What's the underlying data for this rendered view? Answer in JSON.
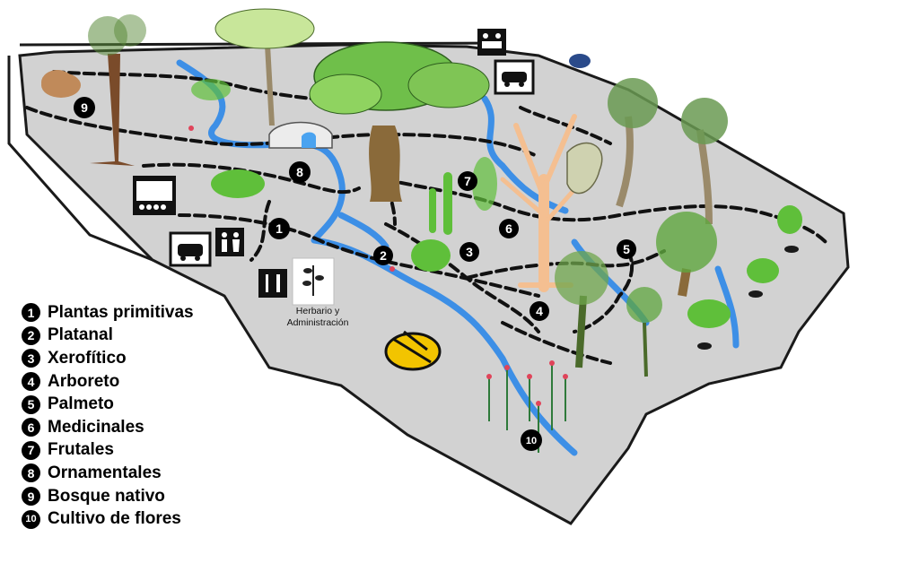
{
  "map": {
    "zones": [
      {
        "number": "1",
        "name": "Plantas primitivas"
      },
      {
        "number": "2",
        "name": "Platanal"
      },
      {
        "number": "3",
        "name": "Xerofítico"
      },
      {
        "number": "4",
        "name": "Arboreto"
      },
      {
        "number": "5",
        "name": "Palmeto"
      },
      {
        "number": "6",
        "name": "Medicinales"
      },
      {
        "number": "7",
        "name": "Frutales"
      },
      {
        "number": "8",
        "name": "Ornamentales"
      },
      {
        "number": "9",
        "name": "Bosque nativo"
      },
      {
        "number": "10",
        "name": "Cultivo de flores"
      }
    ],
    "herbarium_label": "Herbario y Administración",
    "icons": [
      "auditorium-icon",
      "parking-icon",
      "restroom-icon",
      "restaurant-icon",
      "reception-icon",
      "car-icon",
      "herbarium-leaf-icon"
    ],
    "colors": {
      "ground": "#d2d2d2",
      "stream": "#3d8fe6",
      "trail": "#111111",
      "outline": "#1a1a1a",
      "foliage": "#6fbf4a"
    }
  }
}
